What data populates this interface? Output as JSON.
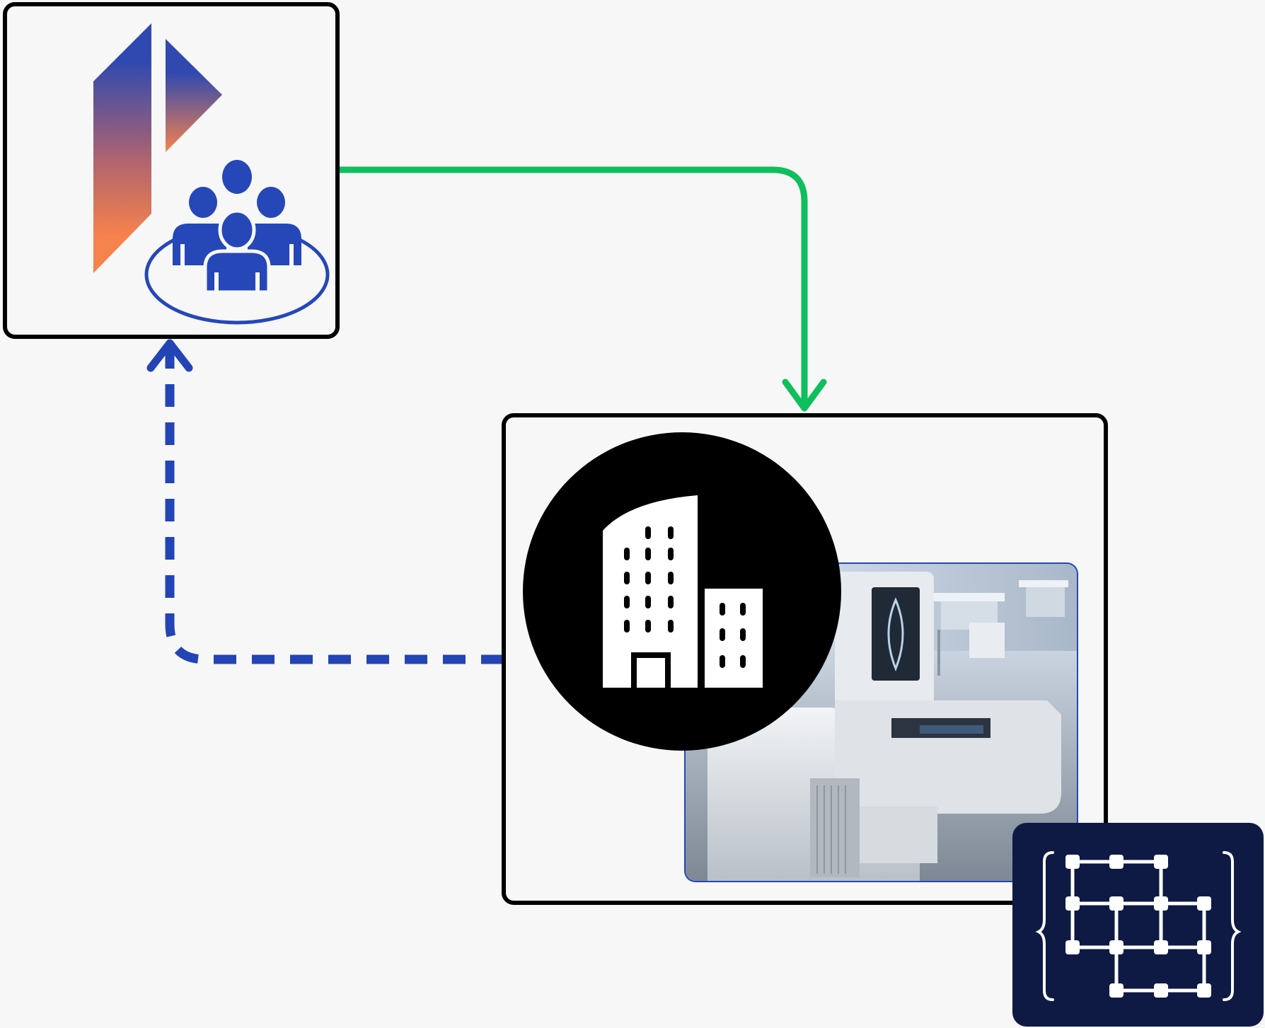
{
  "nodes": {
    "community": {
      "icons": [
        "brand-logo-icon",
        "community-group-icon"
      ]
    },
    "organization": {
      "icons": [
        "office-building-icon",
        "lab-instrument-image",
        "data-grid-icon"
      ]
    }
  },
  "edges": [
    {
      "from": "community",
      "to": "organization",
      "style": "solid",
      "color": "#0fbf5e"
    },
    {
      "from": "organization",
      "to": "community",
      "style": "dashed",
      "color": "#2244b5"
    }
  ],
  "colors": {
    "background": "#f7f7f7",
    "box_border": "#000000",
    "green_arrow": "#0fbf5e",
    "blue_arrow": "#2244b5",
    "people_blue": "#2547b8",
    "logo_top": "#2f49b0",
    "logo_bottom": "#f6824c",
    "grid_badge_bg": "#0e1a44"
  }
}
